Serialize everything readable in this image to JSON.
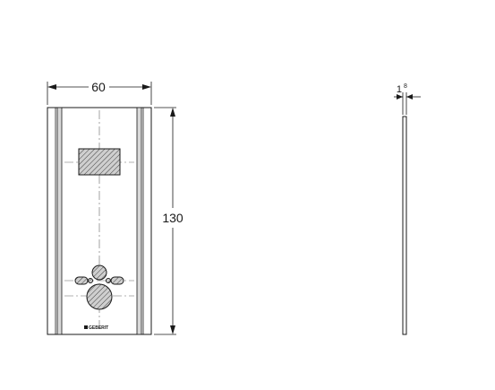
{
  "front_view": {
    "width_label": "60",
    "height_label": "130",
    "logo_text": "GEBERIT"
  },
  "side_view": {
    "thickness_label": "1",
    "thickness_sup": "8"
  }
}
